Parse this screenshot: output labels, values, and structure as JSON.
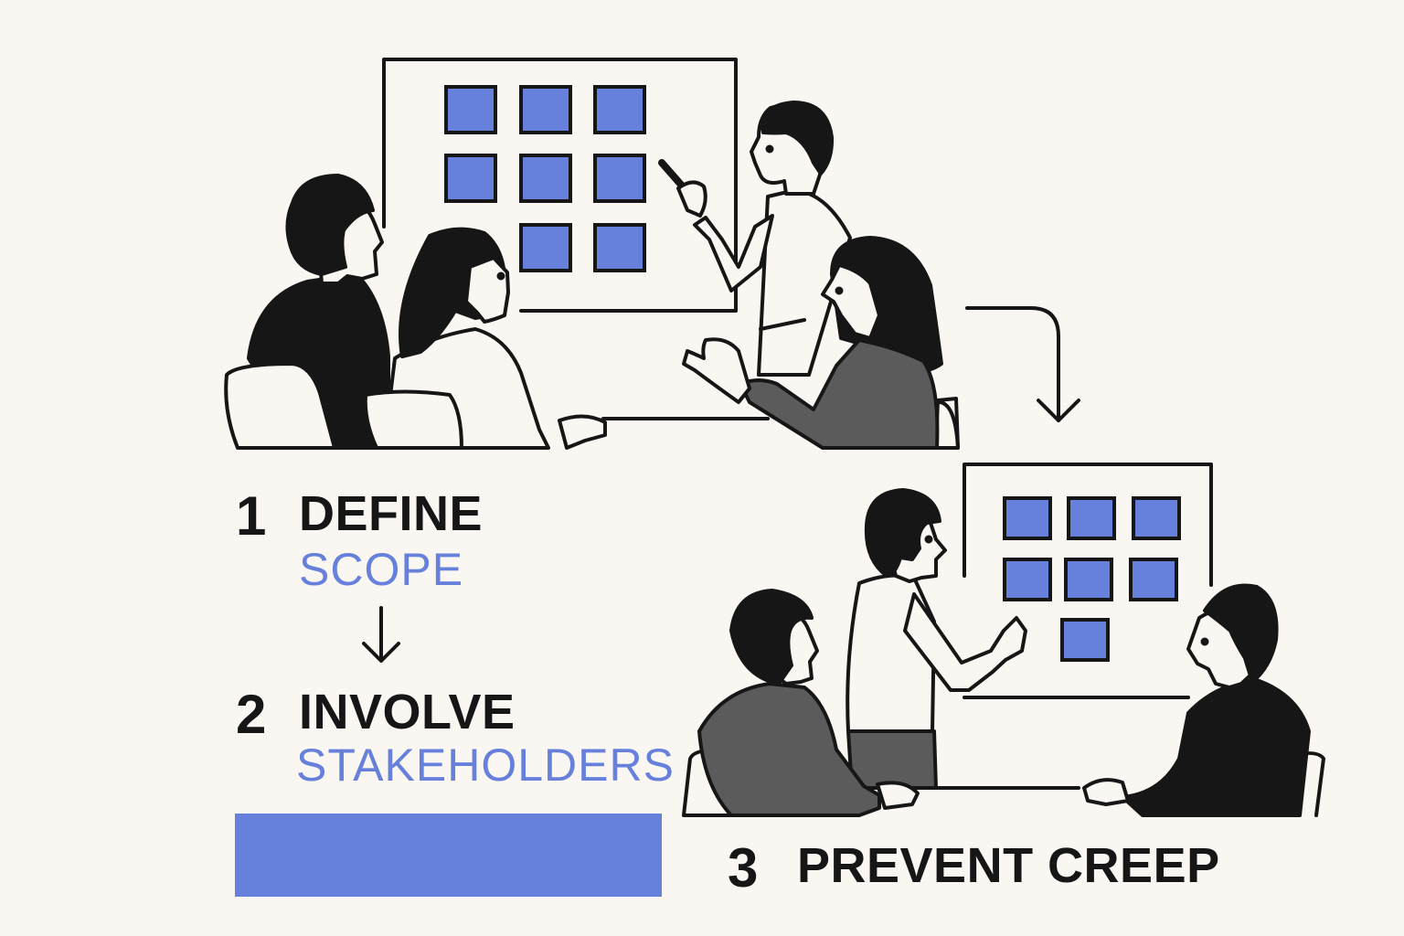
{
  "steps": [
    {
      "number": "1",
      "title": "DEFINE",
      "subtitle": "SCOPE"
    },
    {
      "number": "2",
      "title": "INVOLVE",
      "subtitle": "STAKEHOLDERS"
    },
    {
      "number": "3",
      "title": "PREVENT CREEP"
    }
  ],
  "colors": {
    "background": "#faf7f2",
    "accent": "#6680dc",
    "ink": "#161616",
    "gray_shirt": "#5b5b5b"
  },
  "icons": [
    "arrow-down-icon",
    "curved-arrow-icon",
    "sticky-note-icon"
  ]
}
